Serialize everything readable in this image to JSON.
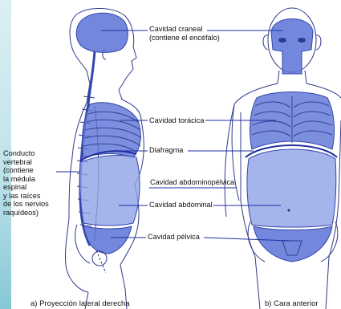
{
  "labels": {
    "cranial": "Cavidad craneal\n(contiene el encéfalo)",
    "thoracic": "Cavidad torácica",
    "diaphragm": "Diafragma",
    "abdominopelvic": "Cavidad abdominopélvica",
    "abdominal": "Cavidad abdominal",
    "pelvic": "Cavidad pélvica",
    "vertebral": "Conducto\nvertebral\n(contiene\nla médula\nespinal\ny las raíces\nde los nervios\nraquídeos)"
  },
  "captions": {
    "lateral": "a)  Proyección lateral derecha",
    "anterior": "b)  Cara anterior"
  },
  "colors": {
    "cavity": "#5b73d6",
    "cavity_dark": "#3346ad",
    "outline": "#2f3a8c",
    "leader": "#1f2fa0"
  }
}
